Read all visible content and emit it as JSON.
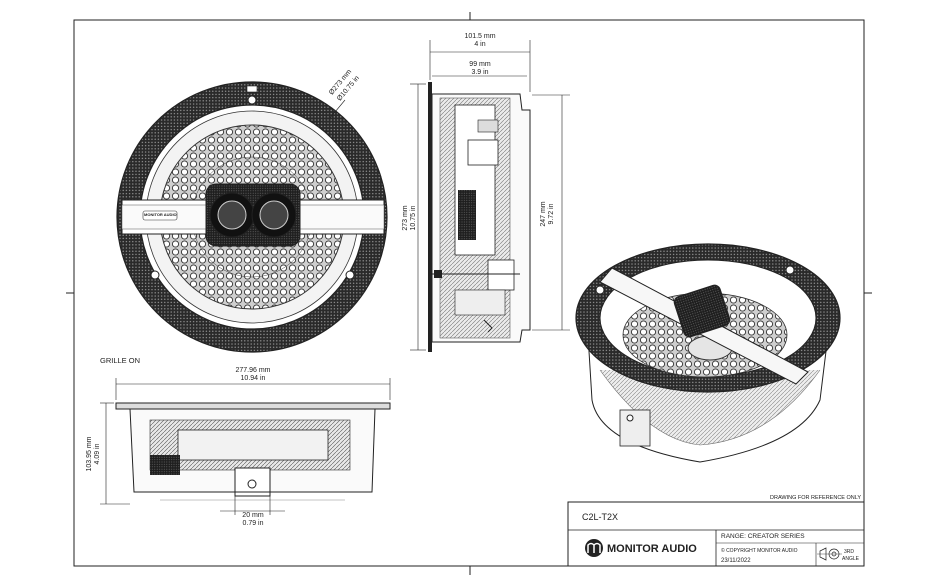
{
  "dimensions": {
    "depth_total": {
      "mm": "101.5 mm",
      "in": "4 in"
    },
    "depth_body": {
      "mm": "99 mm",
      "in": "3.9 in"
    },
    "diameter": {
      "mm": "Ø273 mm",
      "in": "Ø10.75 in"
    },
    "side_height": {
      "mm": "273 mm",
      "in": "10.75 in"
    },
    "side_cutout": {
      "mm": "247 mm",
      "in": "9.72 in"
    },
    "front_width": {
      "mm": "277.96 mm",
      "in": "10.94 in"
    },
    "front_height": {
      "mm": "103.95 mm",
      "in": "4.09 in"
    },
    "bracket": {
      "mm": "20 mm",
      "in": "0.79 in"
    }
  },
  "labels": {
    "grille_on": "GRILLE ON",
    "reference_note": "DRAWING FOR REFERENCE ONLY",
    "badge_text": "MONITOR AUDIO"
  },
  "title_block": {
    "model": "C2L-T2X",
    "range": "RANGE: CREATOR SERIES",
    "brand": "MONITOR AUDIO",
    "copyright": "© COPYRIGHT MONITOR AUDIO",
    "date": "23/11/2022",
    "projection_line1": "3RD",
    "projection_line2": "ANGLE"
  }
}
